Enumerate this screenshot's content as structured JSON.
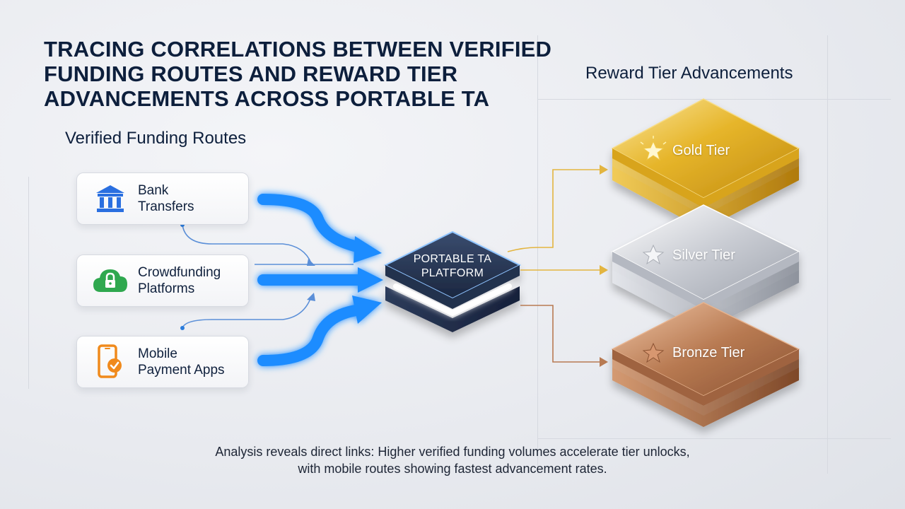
{
  "title": "TRACING CORRELATIONS BETWEEN VERIFIED FUNDING ROUTES AND REWARD TIER ADVANCEMENTS ACROSS PORTABLE TA",
  "left_heading": "Verified Funding Routes",
  "right_heading": "Reward Tier Advancements",
  "routes": [
    {
      "line1": "Bank",
      "line2": "Transfers",
      "icon": "bank-icon",
      "color": "#2a6fe0"
    },
    {
      "line1": "Crowdfunding",
      "line2": "Platforms",
      "icon": "cloud-lock-icon",
      "color": "#2fa84f"
    },
    {
      "line1": "Mobile",
      "line2": "Payment Apps",
      "icon": "mobile-payment-icon",
      "color": "#f08a1c"
    }
  ],
  "platform": {
    "line1": "PORTABLE TA",
    "line2": "PLATFORM"
  },
  "tiers": [
    {
      "label": "Gold Tier",
      "icon": "star-icon",
      "color": "#e6b52a"
    },
    {
      "label": "Silver Tier",
      "icon": "star-icon",
      "color": "#c9ccd3"
    },
    {
      "label": "Bronze Tier",
      "icon": "star-icon",
      "color": "#b87a52"
    }
  ],
  "analysis": "Analysis reveals direct links: Higher verified funding volumes accelerate tier unlocks, with mobile routes showing fastest advancement rates.",
  "colors": {
    "accent_blue": "#1e8cff",
    "title": "#0d1f3c",
    "gold": "#e6b52a",
    "silver": "#c9ccd3",
    "bronze": "#b87a52"
  }
}
